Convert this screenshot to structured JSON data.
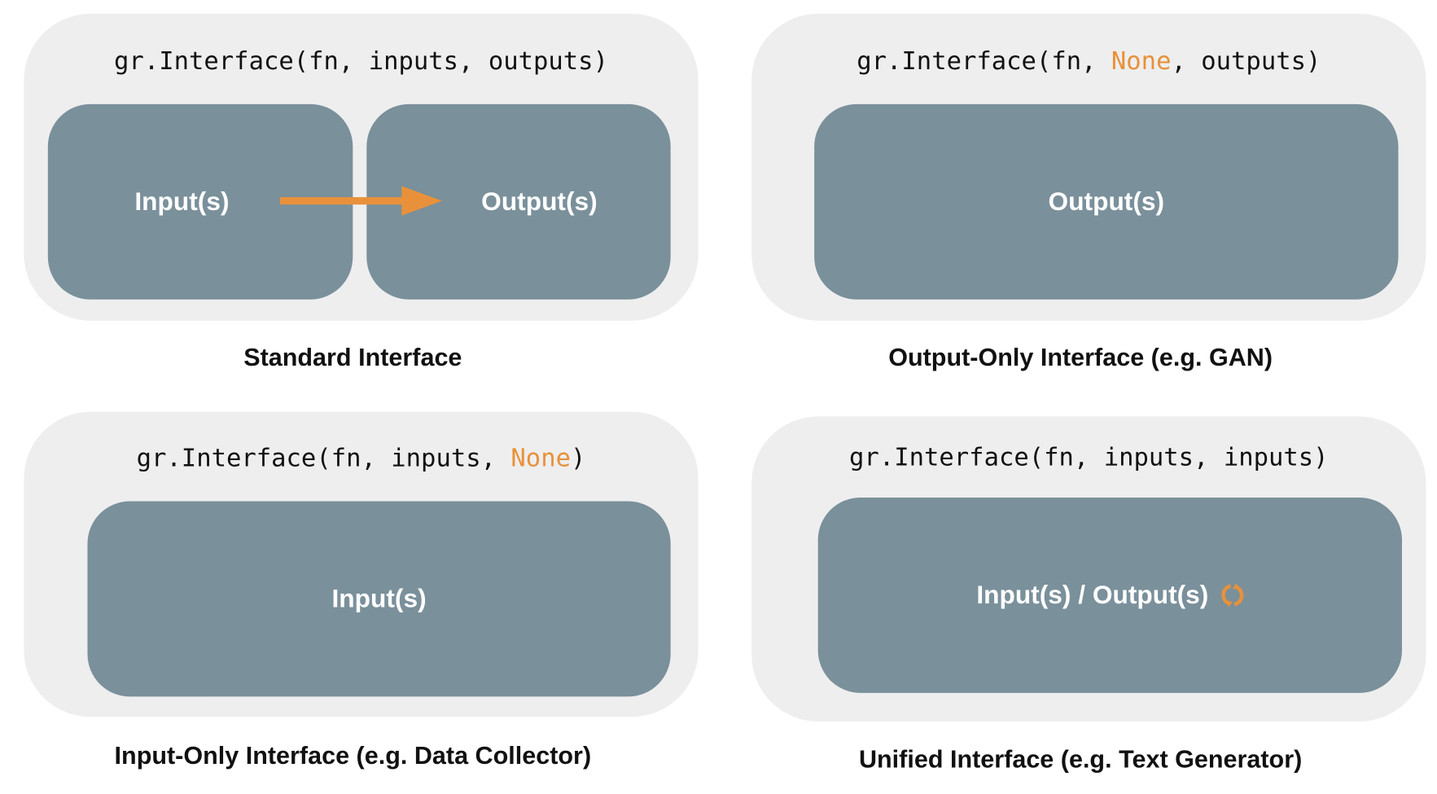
{
  "accent_color": "#e8913a",
  "box_color": "#7a909b",
  "panel_color": "#eeeeee",
  "panels": [
    {
      "code_prefix": "gr.Interface(fn, inputs, outputs)",
      "code_highlight": "",
      "code_suffix": "",
      "boxes": [
        "Input(s)",
        "Output(s)"
      ],
      "caption": "Standard Interface",
      "icon": "arrow-right-icon"
    },
    {
      "code_prefix": "gr.Interface(fn, ",
      "code_highlight": "None",
      "code_suffix": ", outputs)",
      "boxes": [
        "Output(s)"
      ],
      "caption": "Output-Only Interface (e.g. GAN)"
    },
    {
      "code_prefix": "gr.Interface(fn, inputs, ",
      "code_highlight": "None",
      "code_suffix": ")",
      "boxes": [
        "Input(s)"
      ],
      "caption": "Input-Only Interface (e.g. Data Collector)"
    },
    {
      "code_prefix": "gr.Interface(fn, inputs, inputs)",
      "code_highlight": "",
      "code_suffix": "",
      "boxes": [
        "Input(s) / Output(s)"
      ],
      "caption": "Unified Interface (e.g. Text Generator)",
      "icon": "sync-icon"
    }
  ]
}
